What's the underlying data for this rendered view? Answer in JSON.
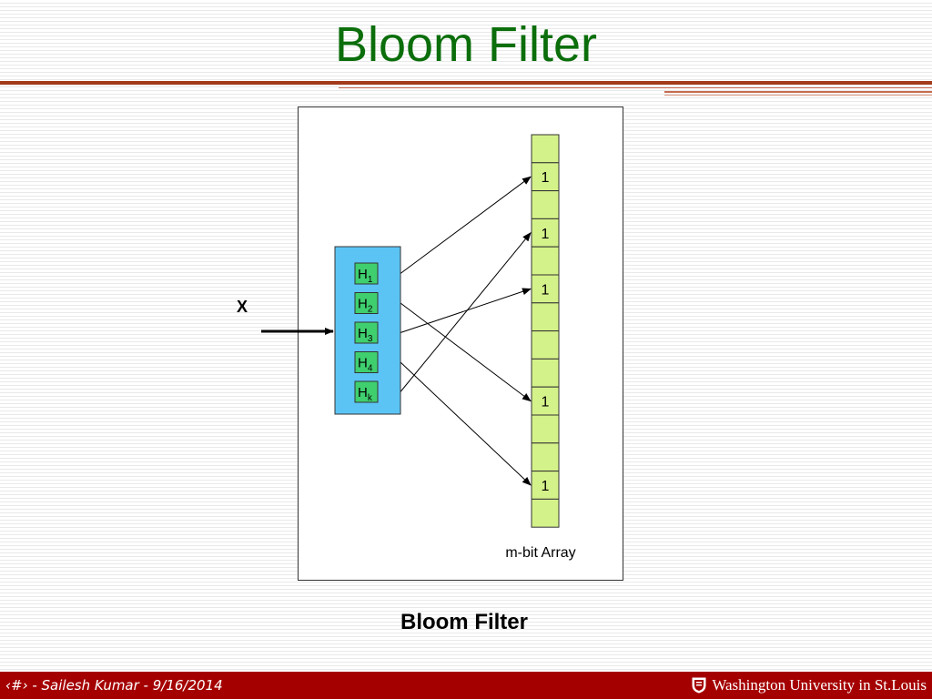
{
  "slide": {
    "title": "Bloom Filter",
    "caption": "Bloom Filter"
  },
  "diagram": {
    "input_label": "X",
    "array_label": "m-bit Array",
    "hash_functions": [
      {
        "label": "H",
        "sub": "1",
        "targets": [
          1
        ]
      },
      {
        "label": "H",
        "sub": "2",
        "targets": [
          9
        ]
      },
      {
        "label": "H",
        "sub": "3",
        "targets": [
          5
        ]
      },
      {
        "label": "H",
        "sub": "4",
        "targets": [
          12
        ]
      },
      {
        "label": "H",
        "sub": "k",
        "targets": [
          3
        ]
      }
    ],
    "bits": [
      "",
      "1",
      "",
      "1",
      "",
      "1",
      "",
      "",
      "",
      "1",
      "",
      "",
      "1",
      ""
    ],
    "colors": {
      "hash_box": "#5cc4f5",
      "hash_cell": "#3fcf6f",
      "array_cell": "#d4f28a",
      "arrow": "#000000"
    }
  },
  "footer": {
    "left_text": "‹#› - Sailesh Kumar - 9/16/2014",
    "logo_text": "Washington University in St.Louis",
    "logo_icon": "shield-icon"
  }
}
